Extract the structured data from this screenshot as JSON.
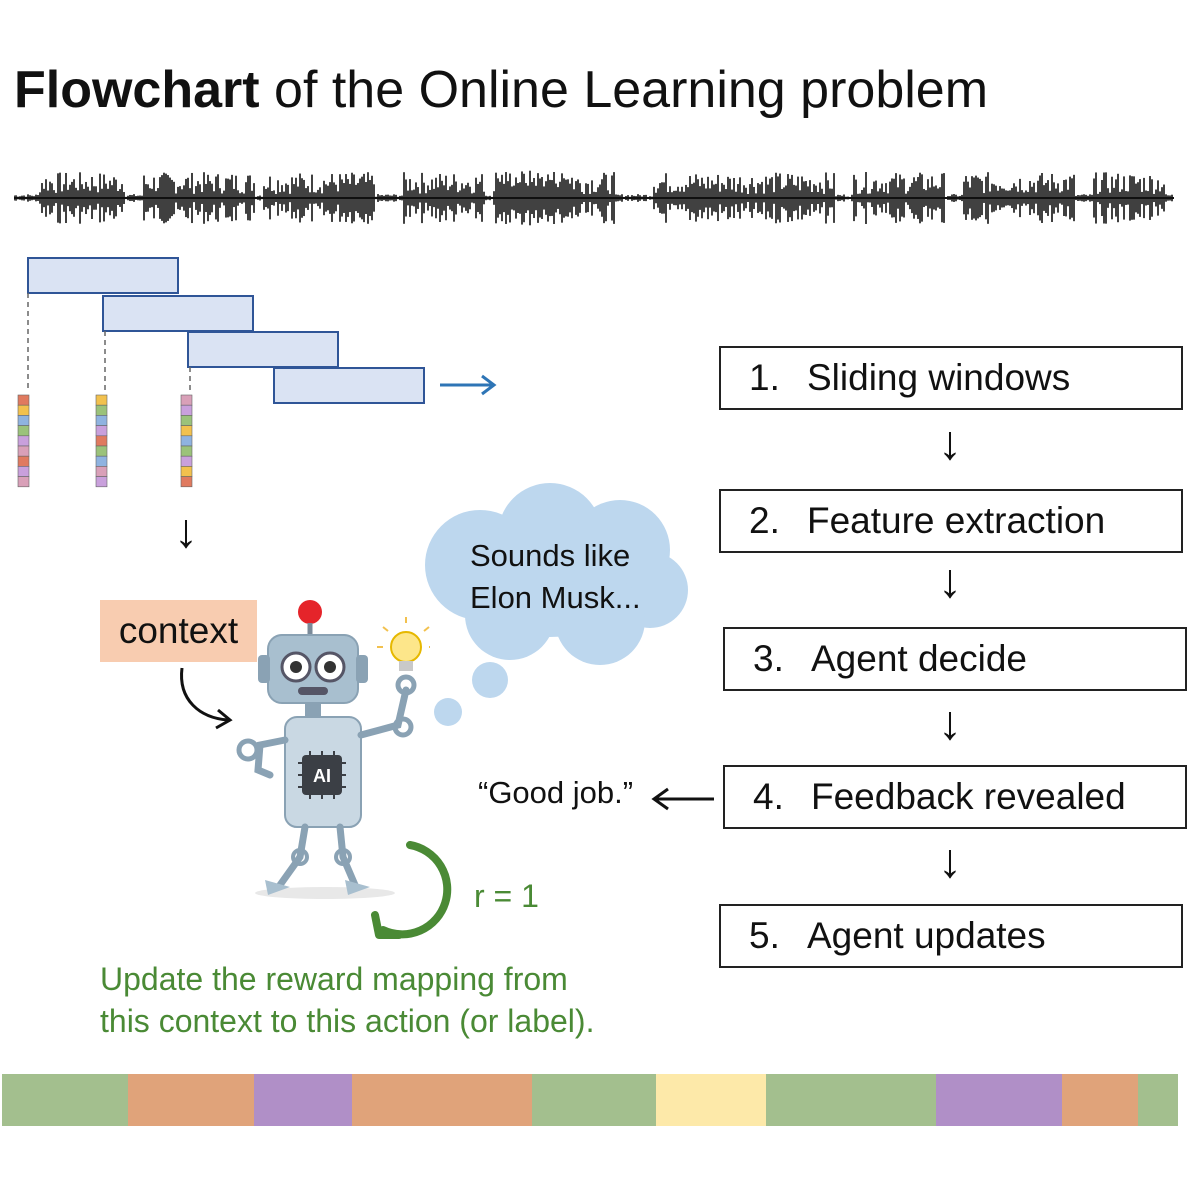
{
  "title": {
    "bold": "Flowchart",
    "rest": " of the Online Learning problem"
  },
  "steps": [
    {
      "num": "1.",
      "label": "Sliding windows"
    },
    {
      "num": "2.",
      "label": "Feature extraction"
    },
    {
      "num": "3.",
      "label": "Agent decide"
    },
    {
      "num": "4.",
      "label": "Feedback revealed"
    },
    {
      "num": "5.",
      "label": "Agent updates"
    }
  ],
  "context_label": "context",
  "speech": {
    "line1": "Sounds like",
    "line2": "Elon Musk..."
  },
  "feedback_quote": "“Good job.”",
  "reward_label": "r = 1",
  "update_text": {
    "line1": "Update the reward mapping from",
    "line2": "this context to this action (or label)."
  },
  "robot_chip_label": "AI",
  "colors": {
    "window_fill": "#dae3f3",
    "window_border": "#2f5597",
    "arrow_blue": "#2e75b6",
    "context_fill": "#f8ccb0",
    "reward_green": "#4a8a35",
    "cloud": "#bdd7ee",
    "strip": [
      "#a3bf8e",
      "#e0a37a",
      "#b08fc7",
      "#e0a37a",
      "#a3bf8e",
      "#fde9a9",
      "#a3bf8e",
      "#b08fc7",
      "#e0a37a",
      "#a3bf8e"
    ]
  },
  "feature_palette": [
    "#e07a5f",
    "#f2c14e",
    "#8fb3e0",
    "#9bc27a",
    "#c9a0dc",
    "#d9a0b8"
  ]
}
